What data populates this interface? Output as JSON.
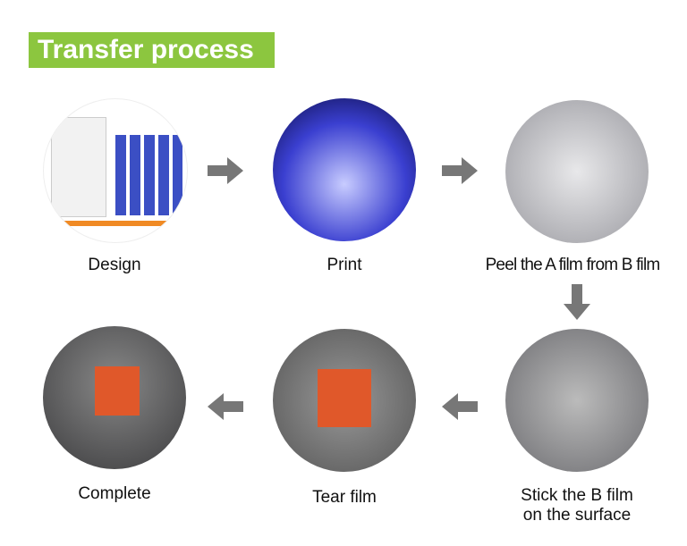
{
  "title": "Transfer process",
  "steps": [
    {
      "label": "Design"
    },
    {
      "label": "Print"
    },
    {
      "label": "Peel the A film from B film"
    },
    {
      "label": "Stick the B film on the surface"
    },
    {
      "label": "Tear film"
    },
    {
      "label": "Complete"
    }
  ],
  "colors": {
    "accent": "#8cc63f",
    "arrow": "#777777"
  }
}
